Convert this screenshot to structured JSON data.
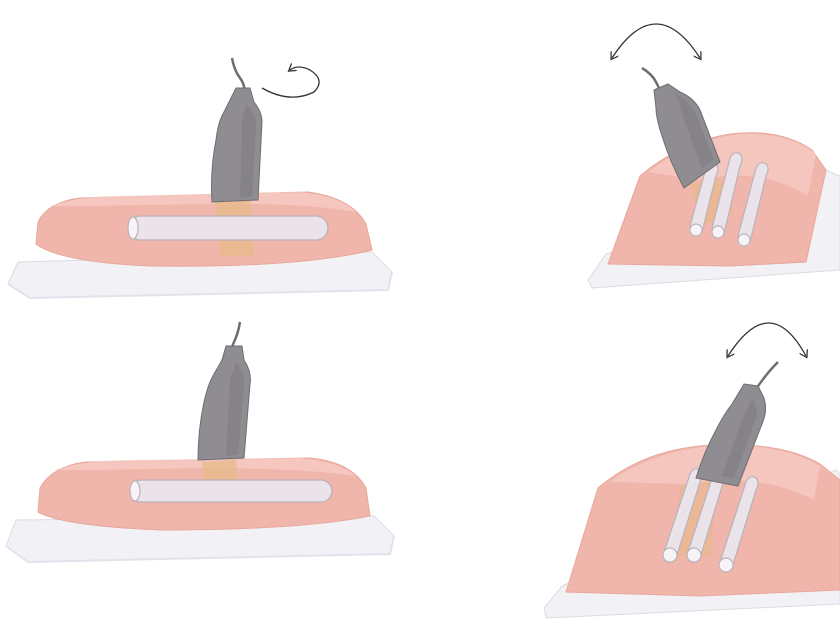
{
  "figure": {
    "panels": [
      {
        "id": "top-left",
        "motion": "rotate",
        "vessels": 1
      },
      {
        "id": "bottom-left",
        "motion": "none",
        "vessels": 1
      },
      {
        "id": "top-right",
        "motion": "tilt",
        "vessels": 3
      },
      {
        "id": "bottom-right",
        "motion": "tilt",
        "vessels": 3
      }
    ],
    "colors": {
      "tissue": "#f0b6ac",
      "tissue_light": "#f6cfc7",
      "tissue_edge": "#e39f93",
      "tray": "#f2f1f6",
      "tray_edge": "#d9d8e0",
      "probe": "#8f8d92",
      "probe_dark": "#6f6d72",
      "vessel": "#ebe3ea",
      "vessel_edge": "#b9b2bb",
      "beam": "#e7b988",
      "arrow": "#333333"
    }
  }
}
